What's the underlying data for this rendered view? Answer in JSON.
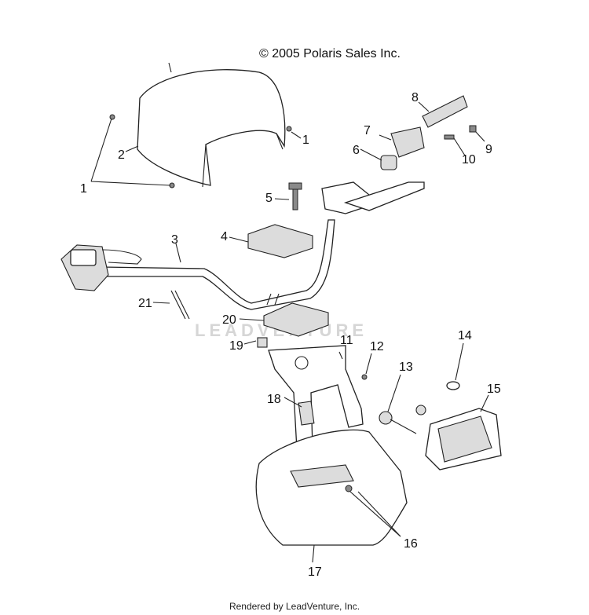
{
  "copyright": "© 2005 Polaris Sales Inc.",
  "watermark": "LEADVENTURE",
  "footer": "Rendered by LeadVenture, Inc.",
  "callouts": {
    "c1a": "1",
    "c1b": "1",
    "c2": "2",
    "c3": "3",
    "c4": "4",
    "c5": "5",
    "c6": "6",
    "c7": "7",
    "c8": "8",
    "c9": "9",
    "c10": "10",
    "c11": "11",
    "c12": "12",
    "c13": "13",
    "c14": "14",
    "c15": "15",
    "c16": "16",
    "c17": "17",
    "c18": "18",
    "c19": "19",
    "c20": "20",
    "c21": "21"
  }
}
